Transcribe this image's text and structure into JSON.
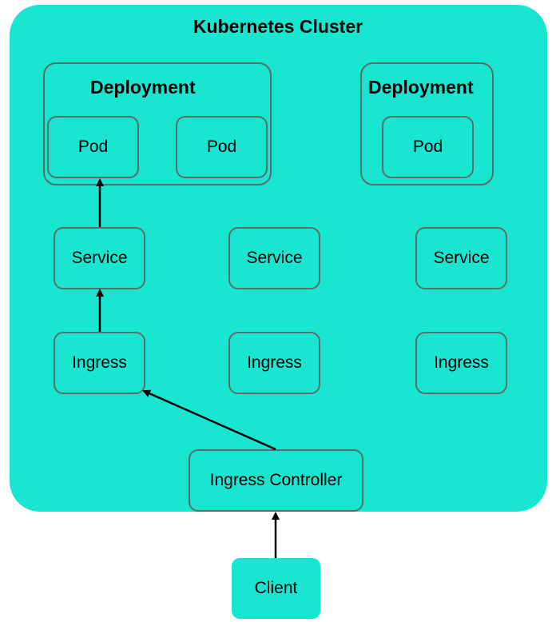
{
  "cluster": {
    "title": "Kubernetes Cluster"
  },
  "deployments": [
    {
      "title": "Deployment",
      "pods": [
        "Pod",
        "Pod"
      ]
    },
    {
      "title": "Deployment",
      "pods": [
        "Pod"
      ]
    }
  ],
  "services": [
    "Service",
    "Service",
    "Service"
  ],
  "ingresses": [
    "Ingress",
    "Ingress",
    "Ingress"
  ],
  "ingress_controller": {
    "label": "Ingress Controller"
  },
  "client": {
    "label": "Client"
  },
  "colors": {
    "cluster_fill": "#19E6D0",
    "box_border": "#5a6e6b",
    "arrow": "#000000"
  }
}
